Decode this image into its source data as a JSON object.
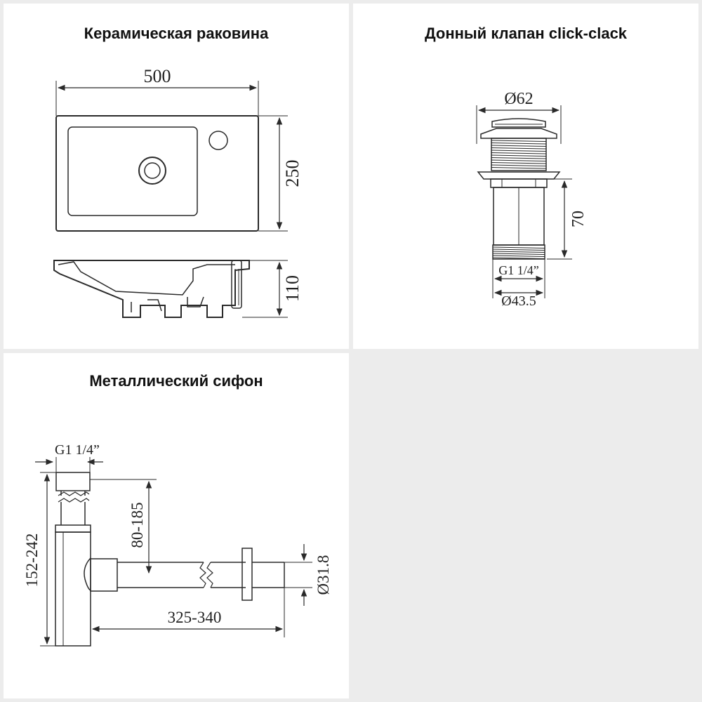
{
  "panels": {
    "sink": {
      "title": "Керамическая раковина",
      "width_label": "500",
      "depth_label": "250",
      "height_label": "110"
    },
    "valve": {
      "title": "Донный клапан click-clack",
      "top_diameter_label": "Ø62",
      "height_label": "70",
      "thread_label": "G1 1/4”",
      "bottom_diameter_label": "Ø43.5"
    },
    "siphon": {
      "title": "Металлический сифон",
      "thread_label": "G1 1/4”",
      "total_height_label": "152-242",
      "offset_label": "80-185",
      "length_label": "325-340",
      "outlet_diameter_label": "Ø31.8"
    }
  },
  "colors": {
    "line": "#2a2a2a",
    "panel": "#ffffff",
    "background": "#ececec"
  }
}
